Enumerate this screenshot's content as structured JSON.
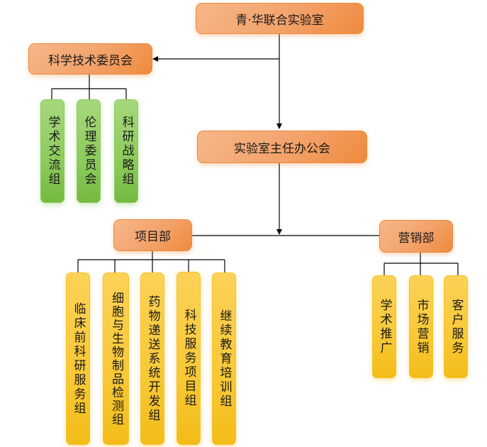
{
  "diagram": {
    "type": "org-chart",
    "root": {
      "label": "青·华联合实验室"
    },
    "committee": {
      "label": "科学技术委员会",
      "children": [
        "学术交流组",
        "伦理委员会",
        "科研战略组"
      ]
    },
    "office": {
      "label": "实验室主任办公会"
    },
    "departments": [
      {
        "label": "项目部",
        "children": [
          "临床前科研服务组",
          "细胞与生物制品检测组",
          "药物递送系统开发组",
          "科技服务项目组",
          "继续教育培训组"
        ]
      },
      {
        "label": "营销部",
        "children": [
          "学术推广",
          "市场营销",
          "客户服务"
        ]
      }
    ],
    "colors": {
      "level_box": "#f3a26a",
      "committee_child": "#8ccb5c",
      "department_child": "#f8c836",
      "connector": "#000000"
    }
  }
}
